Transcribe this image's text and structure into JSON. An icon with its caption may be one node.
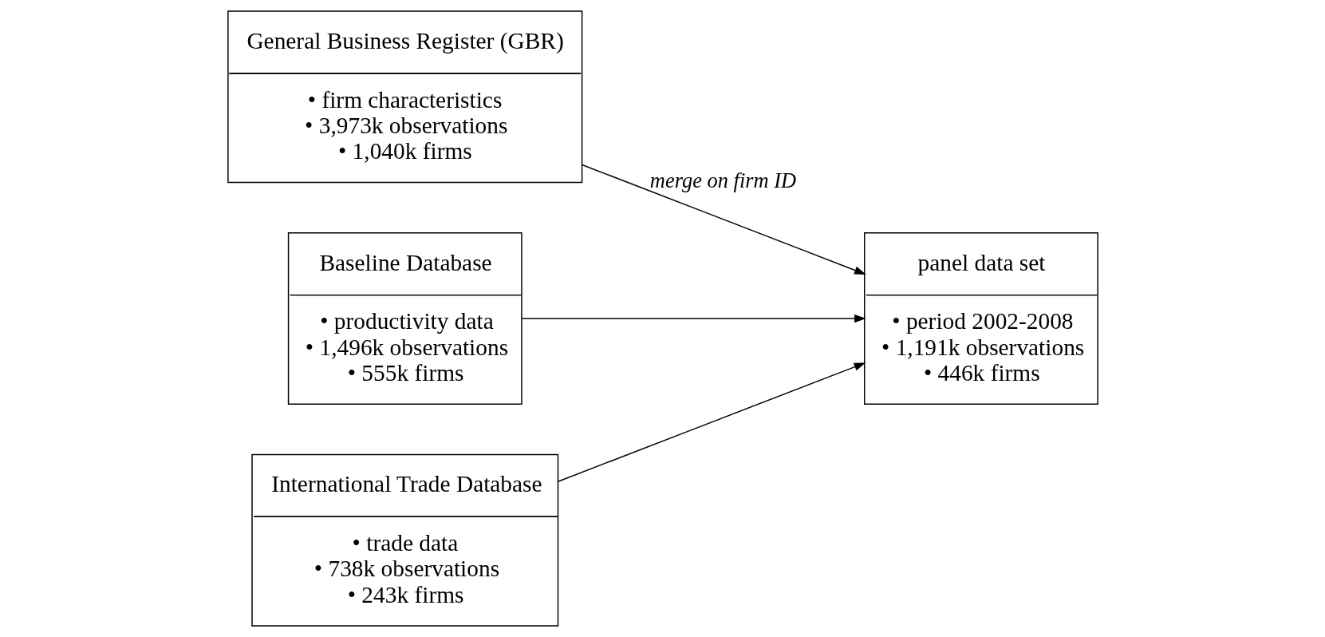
{
  "diagram": {
    "nodes": [
      {
        "text": [
          "General Business Register (GBR)",
          "• firm characteristics",
          "• 3,973k observations",
          "• 1,040k firms"
        ]
      },
      {
        "text": [
          "panel data set",
          "• period 2002-2008",
          "• 1,191k observations",
          "• 446k firms"
        ]
      },
      {
        "text": [
          "Baseline Database",
          "• productivity data",
          "• 1,496k observations",
          "• 555k firms"
        ]
      },
      {
        "text": [
          "International Trade Database",
          "• trade data",
          "• 738k observations",
          "• 243k firms"
        ]
      }
    ],
    "edges": [
      {
        "from": 0,
        "to": 1,
        "arrow": "to",
        "label": "merge on firm ID"
      },
      {
        "from": 2,
        "to": 1,
        "arrow": "to"
      },
      {
        "from": 3,
        "to": 1,
        "arrow": "to"
      }
    ]
  }
}
